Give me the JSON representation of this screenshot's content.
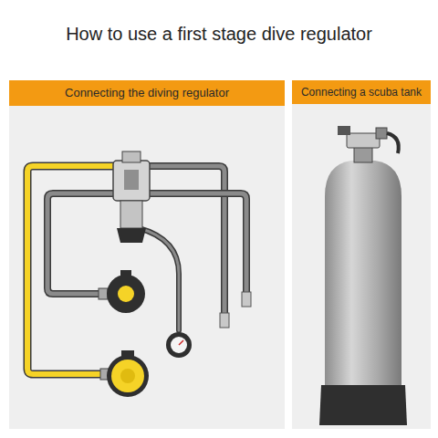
{
  "diagram": {
    "title": "How to use a first stage dive regulator",
    "nodes": [
      {
        "text": [
          "Connecting the diving regulator"
        ]
      },
      {
        "text": [
          "Connecting a scuba tank"
        ]
      }
    ]
  }
}
